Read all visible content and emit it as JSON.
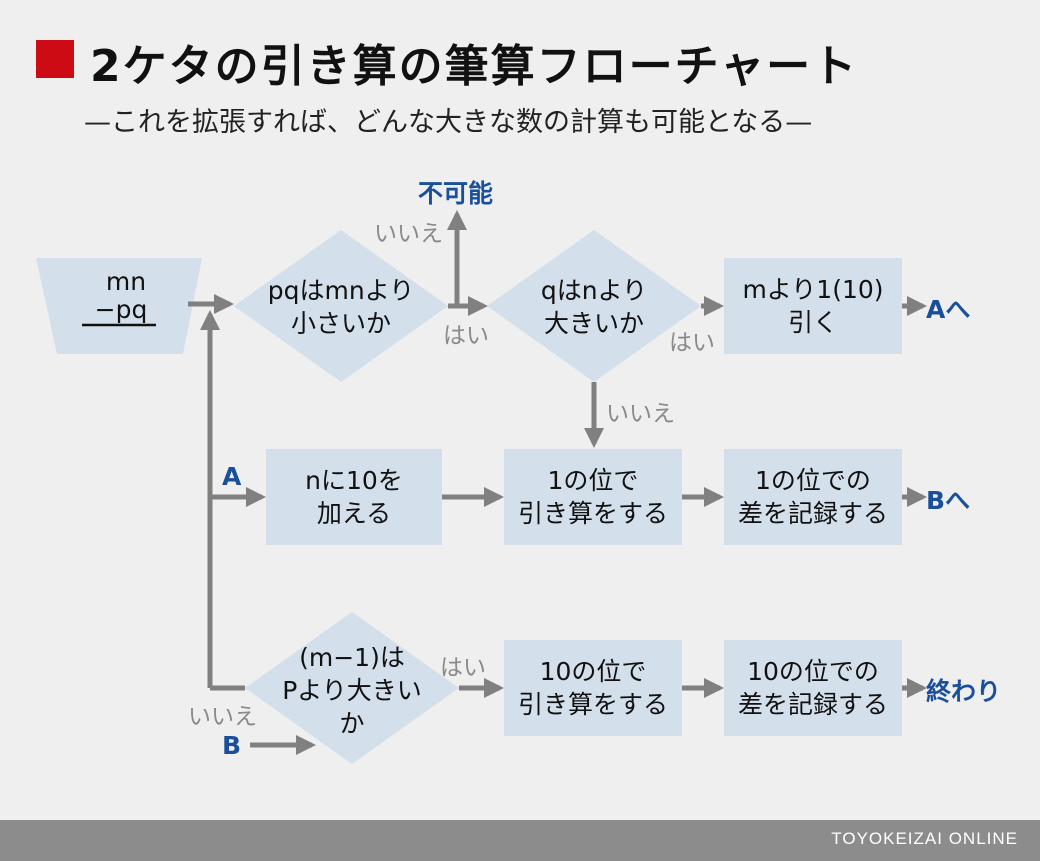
{
  "title": "2ケタの引き算の筆算フローチャート",
  "subtitle": "—これを拡張すれば、どんな大きな数の計算も可能となる—",
  "nodes": {
    "input_top": "mn",
    "input_bottom": "−pq",
    "d1": "pqはmnより\n小さいか",
    "d2": "qはnより\n大きいか",
    "p1": "mより1(10)\n引く",
    "p2": "nに10を\n加える",
    "p3": "1の位で\n引き算をする",
    "p4": "1の位での\n差を記録する",
    "d3": "(m−1)は\nPより大きい\nか",
    "p5": "10の位で\n引き算をする",
    "p6": "10の位での\n差を記録する"
  },
  "labels": {
    "impossible": "不可能",
    "no_d1": "いいえ",
    "yes_d1": "はい",
    "yes_d2": "はい",
    "no_d2": "いいえ",
    "to_a": "Aへ",
    "a": "A",
    "to_b": "Bへ",
    "yes_d3": "はい",
    "no_d3": "いいえ",
    "b": "B",
    "end": "終わり"
  },
  "footer": "TOYOKEIZAI ONLINE",
  "colors": {
    "accent_red": "#cc0b14",
    "box_fill": "#d3dfeb",
    "arrow": "#808080",
    "label_blue": "#1a4f9c",
    "label_gray": "#8a8a8a",
    "background": "#efefef",
    "footer_bar": "#8c8c8c"
  }
}
